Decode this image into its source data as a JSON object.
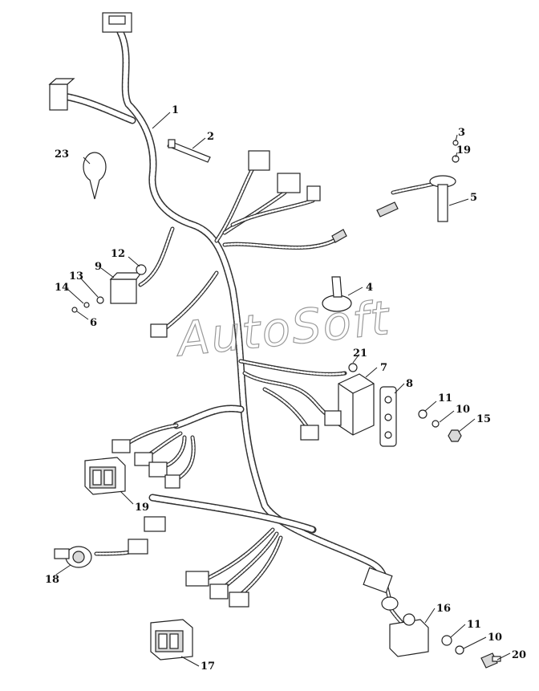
{
  "watermark": "AutoSoft",
  "labels": {
    "p1": "1",
    "p2": "2",
    "p3": "3",
    "p4": "4",
    "p5": "5",
    "p6": "6",
    "p7": "7",
    "p8": "8",
    "p9": "9",
    "p10a": "10",
    "p10b": "10",
    "p11a": "11",
    "p11b": "11",
    "p12": "12",
    "p13": "13",
    "p14": "14",
    "p15": "15",
    "p16": "16",
    "p17": "17",
    "p18": "18",
    "p19a": "19",
    "p19b": "19",
    "p20": "20",
    "p21": "21",
    "p23": "23"
  }
}
